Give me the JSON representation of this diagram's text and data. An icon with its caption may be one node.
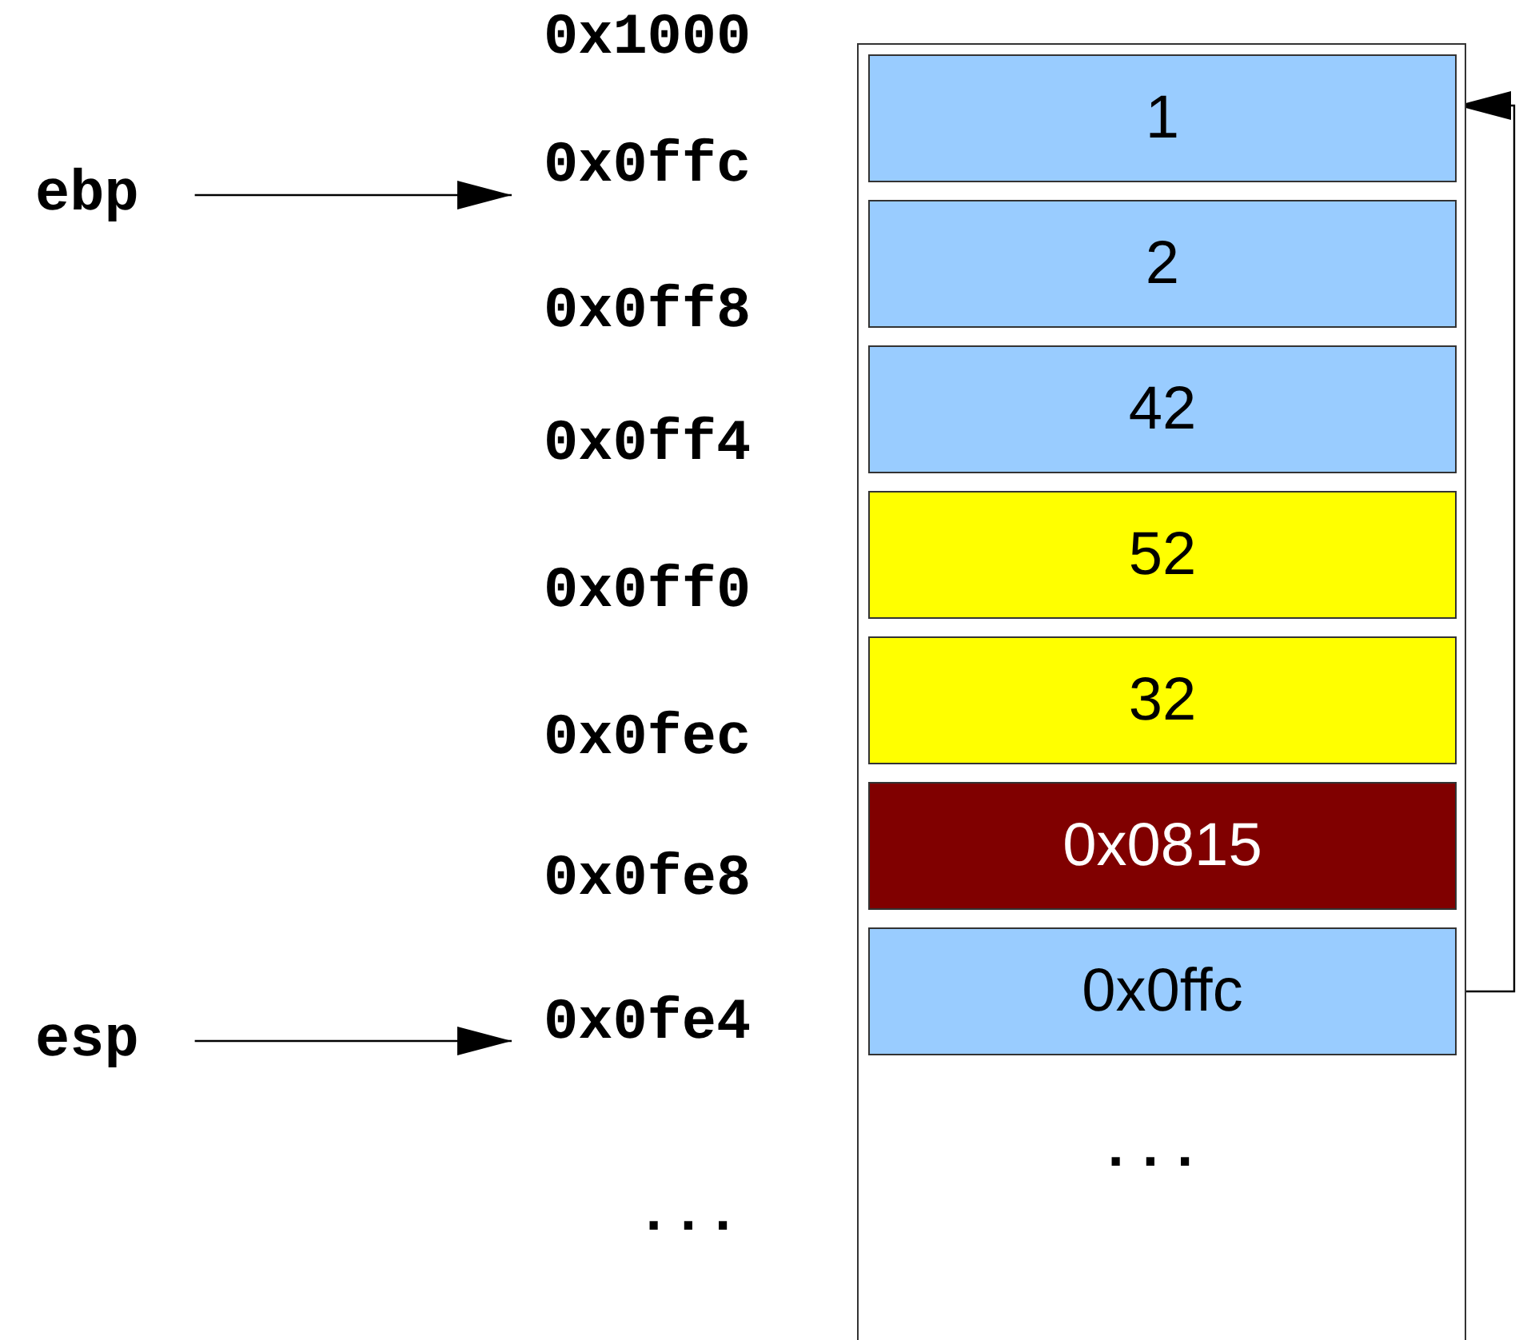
{
  "diagram": {
    "nodes": [
      {
        "text": [
          "..."
        ]
      },
      {
        "text": [
          "1"
        ],
        "in": 0
      },
      {
        "text": [
          "2"
        ],
        "in": 0
      },
      {
        "text": [
          "42"
        ],
        "in": 0
      },
      {
        "text": [
          "52"
        ],
        "in": 0
      },
      {
        "text": [
          "32"
        ],
        "in": 0
      },
      {
        "text": [
          "0x0815"
        ],
        "in": 0
      },
      {
        "text": [
          "0x0ffc"
        ],
        "in": 0
      },
      {
        "text": [
          "ebp"
        ]
      },
      {
        "text": [
          "0x0ffc"
        ]
      },
      {
        "text": [
          "esp"
        ]
      },
      {
        "text": [
          "0x0fe4"
        ]
      }
    ],
    "edges": [
      {
        "from": 7,
        "to": 1,
        "arrow": "to"
      },
      {
        "from": 8,
        "to": 9,
        "arrow": "to"
      },
      {
        "from": 10,
        "to": 11,
        "arrow": "to"
      }
    ],
    "labels": [
      "0x1000",
      "0x0ff8",
      "0x0ff4",
      "0x0ff0",
      "0x0fec",
      "0x0fe8",
      "..."
    ]
  }
}
